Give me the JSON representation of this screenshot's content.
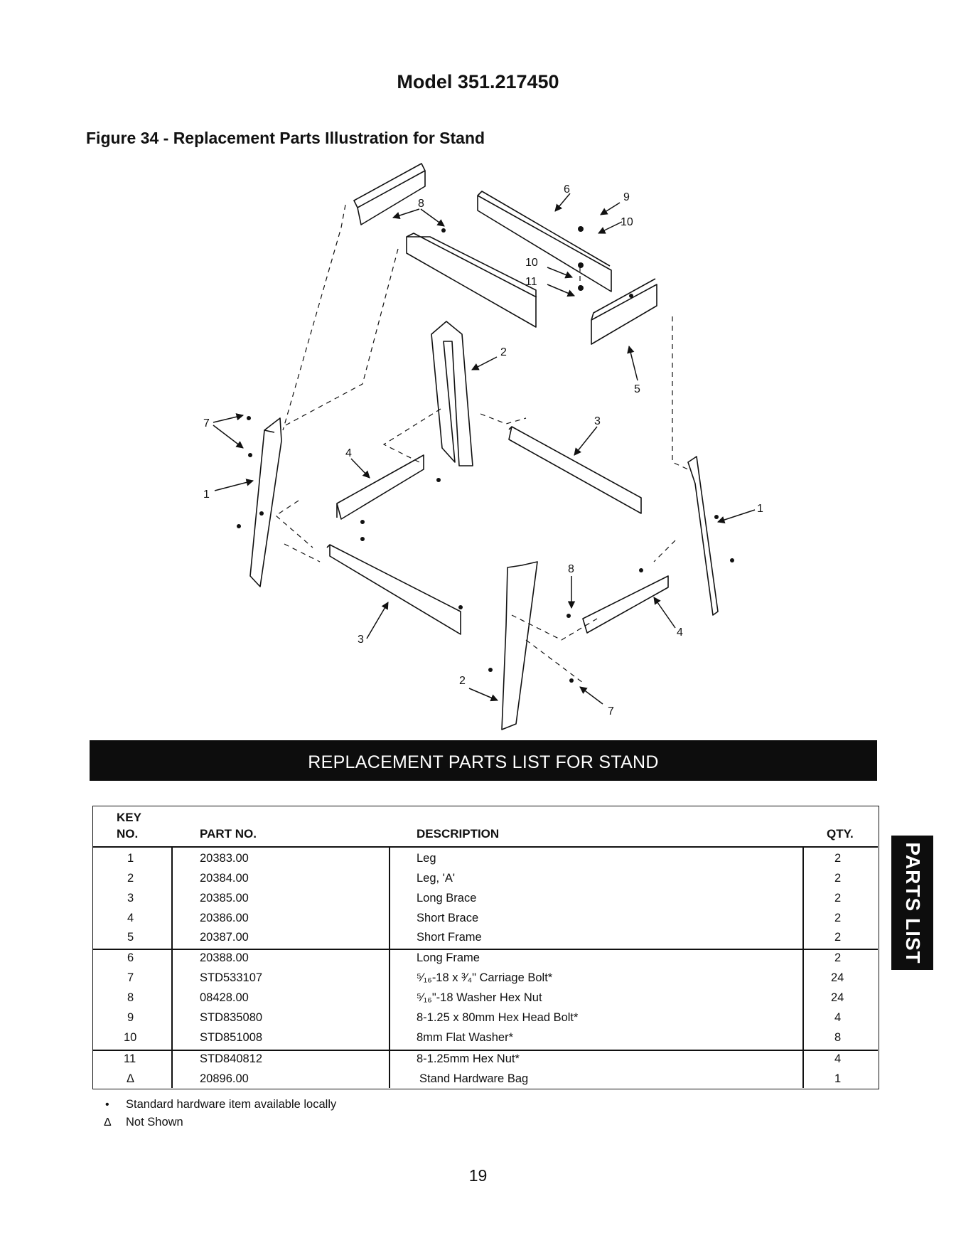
{
  "model_title": "Model 351.217450",
  "figure_title": "Figure 34 - Replacement Parts Illustration for Stand",
  "callouts": [
    "8",
    "6",
    "9",
    "10",
    "10",
    "11",
    "2",
    "5",
    "7",
    "3",
    "4",
    "1",
    "1",
    "8",
    "3",
    "4",
    "2",
    "7"
  ],
  "banner": "REPLACEMENT PARTS LIST FOR STAND",
  "table": {
    "headers": {
      "key_line1": "KEY",
      "key_line2": "NO.",
      "part": "PART NO.",
      "desc": "DESCRIPTION",
      "qty": "QTY."
    },
    "rows": [
      {
        "key": "1",
        "part": "20383.00",
        "desc": "Leg",
        "qty": "2"
      },
      {
        "key": "2",
        "part": "20384.00",
        "desc": "Leg, 'A'",
        "qty": "2"
      },
      {
        "key": "3",
        "part": "20385.00",
        "desc": "Long Brace",
        "qty": "2"
      },
      {
        "key": "4",
        "part": "20386.00",
        "desc": "Short Brace",
        "qty": "2"
      },
      {
        "key": "5",
        "part": "20387.00",
        "desc": "Short Frame",
        "qty": "2"
      },
      {
        "key": "6",
        "part": "20388.00",
        "desc": "Long Frame",
        "qty": "2"
      },
      {
        "key": "7",
        "part": "STD533107",
        "desc": "⁵⁄₁₆-18 x ³⁄₄\" Carriage Bolt*",
        "qty": "24"
      },
      {
        "key": "8",
        "part": "08428.00",
        "desc": "⁵⁄₁₆\"-18 Washer Hex Nut",
        "qty": "24"
      },
      {
        "key": "9",
        "part": "STD835080",
        "desc": "8-1.25 x 80mm Hex Head Bolt*",
        "qty": "4"
      },
      {
        "key": "10",
        "part": "STD851008",
        "desc": "8mm Flat Washer*",
        "qty": "8"
      },
      {
        "key": "11",
        "part": "STD840812",
        "desc": "8-1.25mm Hex Nut*",
        "qty": "4"
      },
      {
        "key": "Δ",
        "part": "20896.00",
        "desc": "Stand Hardware Bag",
        "qty": "1"
      }
    ]
  },
  "notes": [
    {
      "symbol": "•",
      "text": "Standard hardware item available locally"
    },
    {
      "symbol": "Δ",
      "text": "Not Shown"
    }
  ],
  "page_number": "19",
  "side_tab": "PARTS LIST"
}
